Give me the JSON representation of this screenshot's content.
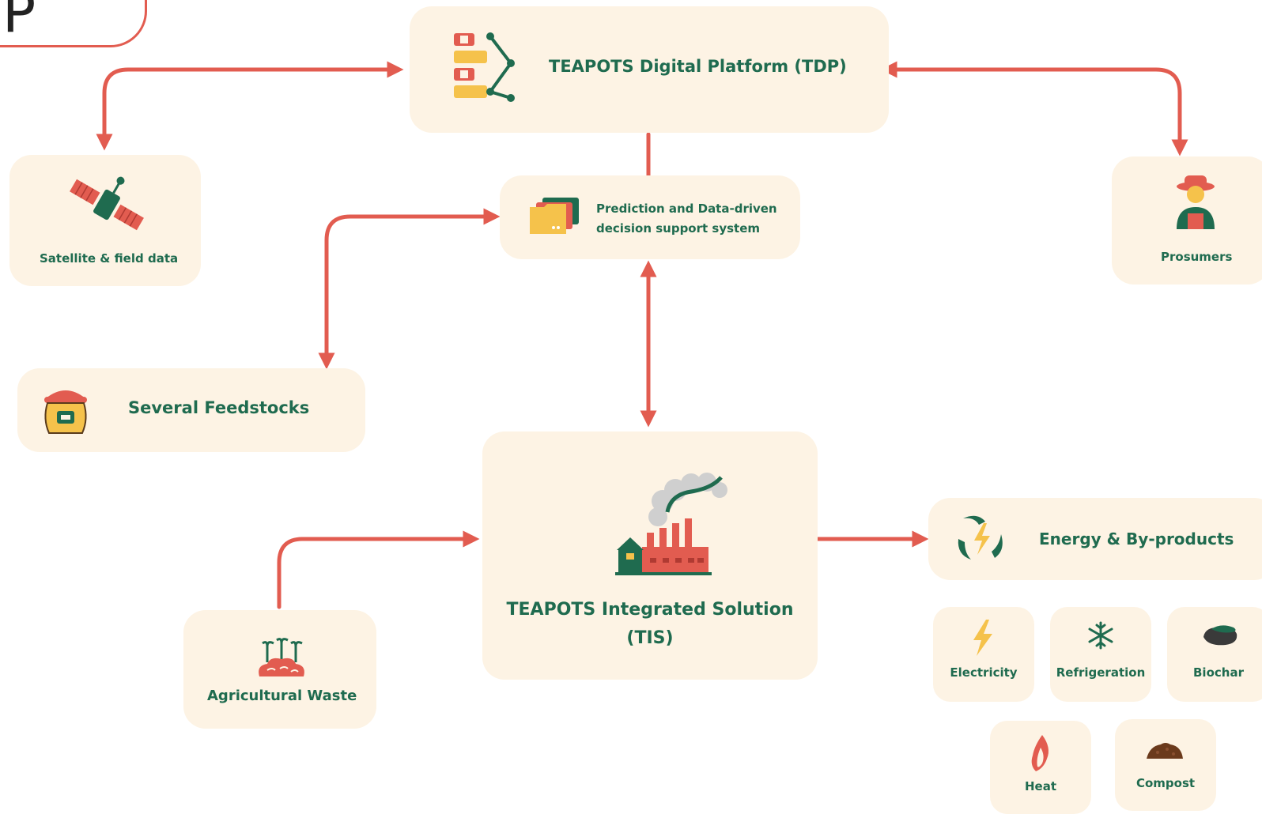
{
  "corner_tab": {
    "text": "P"
  },
  "nodes": {
    "tdp": {
      "label": "TEAPOTS Digital Platform (TDP)",
      "icon": "data-tree-icon"
    },
    "dss": {
      "label_line1": "Prediction and Data-driven",
      "label_line2": "decision support system",
      "icon": "folders-icon"
    },
    "satellite": {
      "label": "Satellite & field data",
      "icon": "satellite-icon"
    },
    "prosumers": {
      "label": "Prosumers",
      "icon": "farmer-icon"
    },
    "feedstocks": {
      "label": "Several Feedstocks",
      "icon": "feed-sack-icon"
    },
    "tis": {
      "label_line1": "TEAPOTS Integrated Solution",
      "label_line2": "(TIS)",
      "icon": "factory-icon"
    },
    "agri_waste": {
      "label": "Agricultural Waste",
      "icon": "plant-waste-icon"
    },
    "energy": {
      "label": "Energy & By-products",
      "icon": "energy-recycle-icon"
    }
  },
  "outputs": [
    {
      "label": "Electricity",
      "icon": "lightning-icon"
    },
    {
      "label": "Refrigeration",
      "icon": "snowflake-icon"
    },
    {
      "label": "Biochar",
      "icon": "biochar-icon"
    },
    {
      "label": "Heat",
      "icon": "flame-icon"
    },
    {
      "label": "Compost",
      "icon": "compost-icon"
    }
  ],
  "colors": {
    "node_fill": "#fdf3e4",
    "arrow": "#e25c50",
    "text": "#1f6b4f",
    "accent_yellow": "#f5c24b",
    "accent_green": "#1f6b4f"
  }
}
